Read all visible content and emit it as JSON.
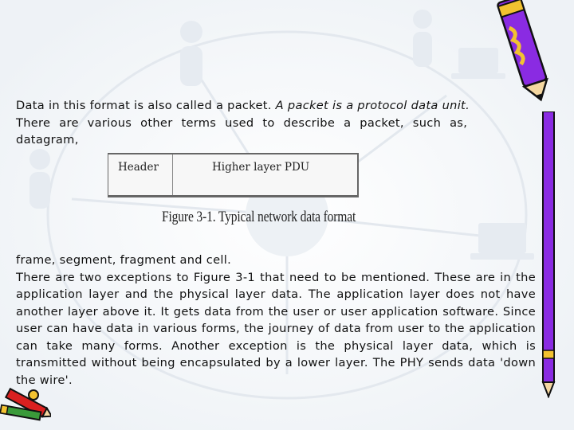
{
  "text": {
    "p1_part1": "Data in this format is also called a packet. ",
    "p1_italic": "A packet is a protocol data unit.",
    "p1_part2": "There are various other terms used to describe a packet, such as,",
    "p1_part3": "datagram,",
    "p2_line1": "frame, segment, fragment and cell.",
    "p2_body": "There are two exceptions to Figure 3-1 that need to be mentioned. These are in the application layer and the physical layer data. The application layer does not have another layer above it. It gets data from the user or user application software. Since user can have data in various forms, the journey of data from user to the application can take many forms. Another exception is the physical layer data, which is transmitted without being encapsulated by a lower layer. The PHY sends data 'down the wire'."
  },
  "figure": {
    "header_label": "Header",
    "pdu_label": "Higher layer PDU",
    "caption": "Figure 3-1. Typical network data format"
  },
  "colors": {
    "background_network": "#dfe6ee",
    "pencil_body": "#8a2be2",
    "pencil_band": "#f2c230",
    "pencil2_body": "#d92020"
  }
}
